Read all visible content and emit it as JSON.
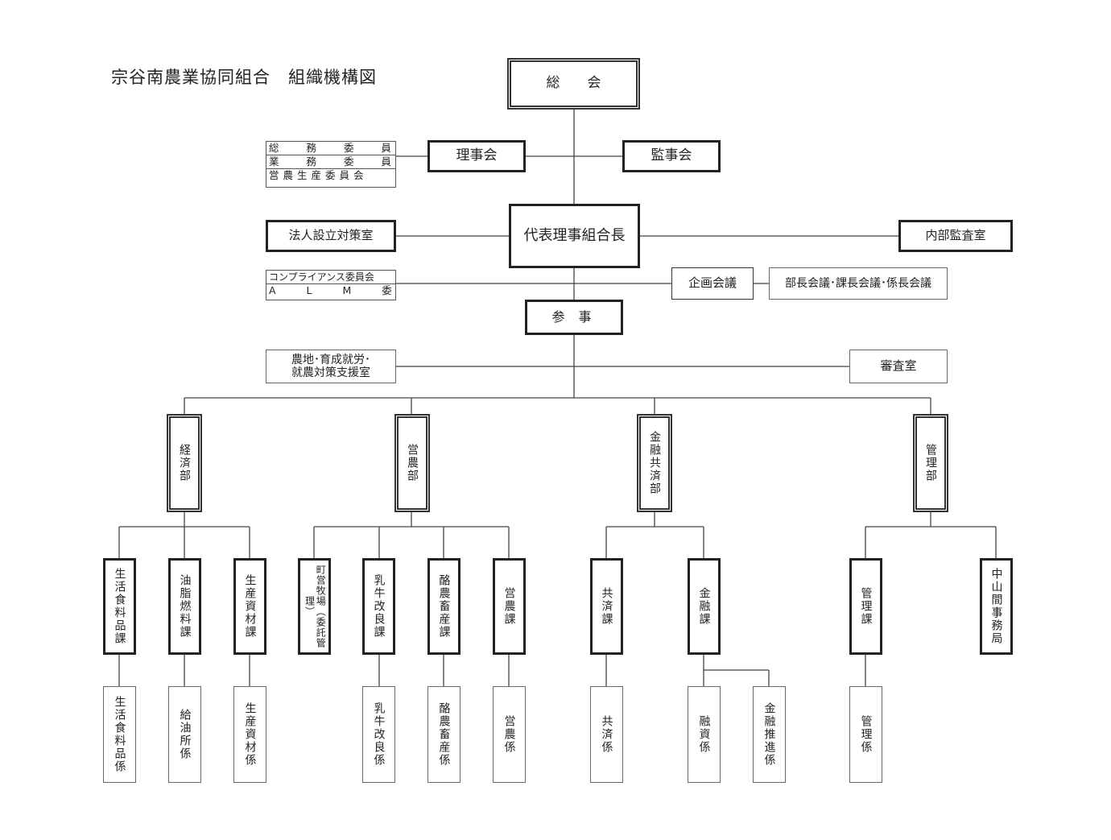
{
  "title": "宗谷南農業協同組合　組織機構図",
  "top": {
    "general_meeting": "総　　会",
    "board_of_directors": "理事会",
    "auditors": "監事会",
    "representative": "代表理事組合長",
    "counselor": "参 事",
    "corporation_office": "法人設立対策室",
    "internal_audit": "内部監査室",
    "planning_meeting": "企画会議",
    "meetings": "部長会議･課長会議･係長会議",
    "farmland_office": "農地･育成就労･\n就農対策支援室",
    "review_office": "審査室"
  },
  "committees_top": [
    "総 務 委 員 会",
    "業 務 委 員 会",
    "営農生産委員会"
  ],
  "committees_bottom": [
    "コンプライアンス委員会",
    "A L M 委 員 会"
  ],
  "departments": {
    "economic": "経済部",
    "farming": "営農部",
    "finance": "金融共済部",
    "management": "管理部"
  },
  "sections": {
    "living_food": "生活食料品課",
    "fuel": "油脂燃料課",
    "materials": "生産資材課",
    "town_ranch": "町営牧場（委託管理）",
    "dairy_improvement": "乳牛改良課",
    "dairy_livestock": "酪農畜産課",
    "farming_sec": "営農課",
    "mutual_aid": "共済課",
    "finance_sec": "金融課",
    "management_sec": "管理課",
    "mountain_office": "中山間事務局"
  },
  "subsections": {
    "living_food": "生活食料品係",
    "refuel": "給油所係",
    "materials": "生産資材係",
    "dairy_improvement": "乳牛改良係",
    "dairy_livestock": "酪農畜産係",
    "farming": "営農係",
    "mutual_aid": "共済係",
    "loans": "融資係",
    "finance_promo": "金融推進係",
    "management": "管理係"
  }
}
